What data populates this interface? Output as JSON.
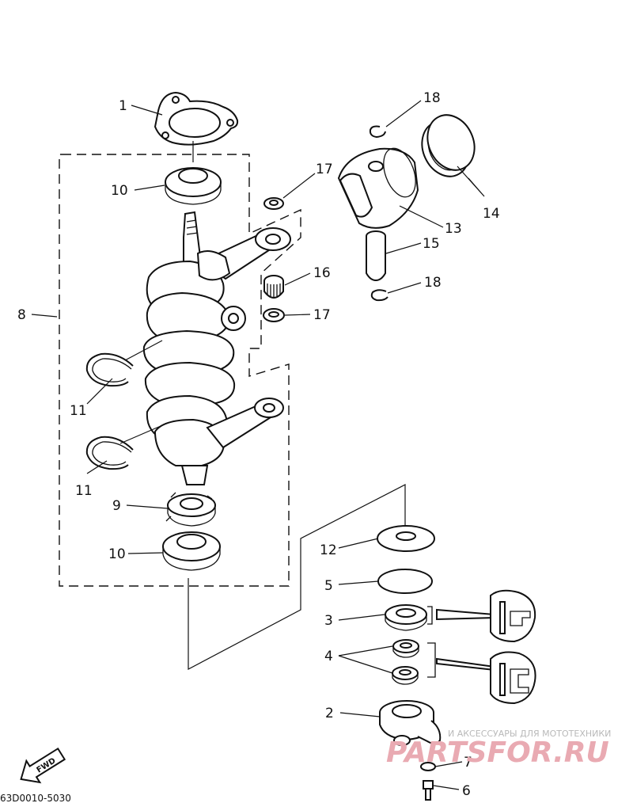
{
  "diagram": {
    "callouts": [
      {
        "id": "c1",
        "label": "1"
      },
      {
        "id": "c10a",
        "label": "10"
      },
      {
        "id": "c17a",
        "label": "17"
      },
      {
        "id": "c18a",
        "label": "18"
      },
      {
        "id": "c14",
        "label": "14"
      },
      {
        "id": "c13",
        "label": "13"
      },
      {
        "id": "c15",
        "label": "15"
      },
      {
        "id": "c16",
        "label": "16"
      },
      {
        "id": "c18b",
        "label": "18"
      },
      {
        "id": "c17b",
        "label": "17"
      },
      {
        "id": "c8",
        "label": "8"
      },
      {
        "id": "c11a",
        "label": "11"
      },
      {
        "id": "c11b",
        "label": "11"
      },
      {
        "id": "c9",
        "label": "9"
      },
      {
        "id": "c10b",
        "label": "10"
      },
      {
        "id": "c12",
        "label": "12"
      },
      {
        "id": "c5",
        "label": "5"
      },
      {
        "id": "c3",
        "label": "3"
      },
      {
        "id": "c4",
        "label": "4"
      },
      {
        "id": "c2",
        "label": "2"
      },
      {
        "id": "c7",
        "label": "7"
      },
      {
        "id": "c6",
        "label": "6"
      }
    ],
    "fwd_label": "FWD",
    "drawing_code": "63D0010-5030"
  },
  "watermark": {
    "tagline": "И АКСЕССУАРЫ ДЛЯ МОТОТЕХНИКИ",
    "logo": "PARTSFOR.RU",
    "logo_color": "#e9aab2"
  }
}
